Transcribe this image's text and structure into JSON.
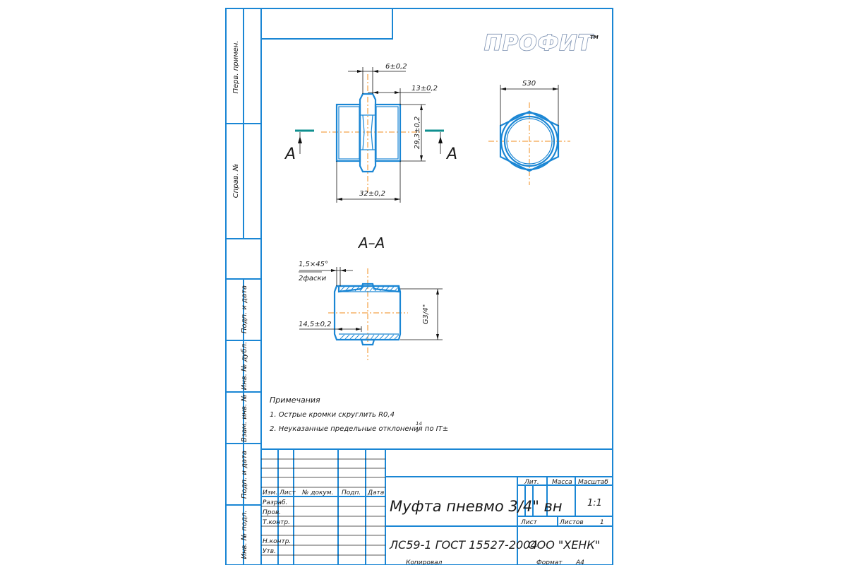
{
  "logo": {
    "text": "ПРОФИТ",
    "tm": "TM"
  },
  "side_labels": [
    "Перв. примен.",
    "Справ. №",
    "Подп. и дата",
    "Инв. № дубл.",
    "Взам. инв. №",
    "Подп. и дата",
    "Инв. № подл."
  ],
  "dimensions": {
    "d1": "6±0,2",
    "d2": "13±0,2",
    "d3": "29,3±0,2",
    "d4": "32±0,2",
    "d5": "S30",
    "d6_line1": "1,5×45°",
    "d6_line2": "2фаски",
    "d7": "14,5±0,2",
    "d8": "G3/4\""
  },
  "section_mark": "А",
  "section_title": "А–А",
  "notes": {
    "heading": "Примечания",
    "n1": "1. Острые кромки скруглить R0,4",
    "n2": "2. Неуказанные предельные отклонения по IT±",
    "n2_frac_top": "14",
    "n2_frac_bot": "2"
  },
  "title_block": {
    "col_headers": [
      "Изм.",
      "Лист",
      "№ докум.",
      "Подп.",
      "Дата"
    ],
    "roles": [
      "Разраб.",
      "Пров.",
      "Т.контр.",
      "",
      "Н.контр.",
      "Утв."
    ],
    "lit": "Лит.",
    "mass": "Масса",
    "scale": "Масштаб",
    "scale_value": "1:1",
    "sheet": "Лист",
    "sheets": "Листов",
    "sheets_value": "1",
    "name": "Муфта пневмо 3/4\" вн",
    "material": "ЛС59-1 ГОСТ 15527-2004",
    "company": "ООО \"ХЕНК\""
  },
  "footer": {
    "copied": "Копировал",
    "format_label": "Формат",
    "format_value": "А4"
  },
  "colors": {
    "frame": "#1a86d4",
    "axis": "#f08c1e",
    "cut": "#0f8f8f",
    "logo_outline": "#7a8fb0"
  }
}
